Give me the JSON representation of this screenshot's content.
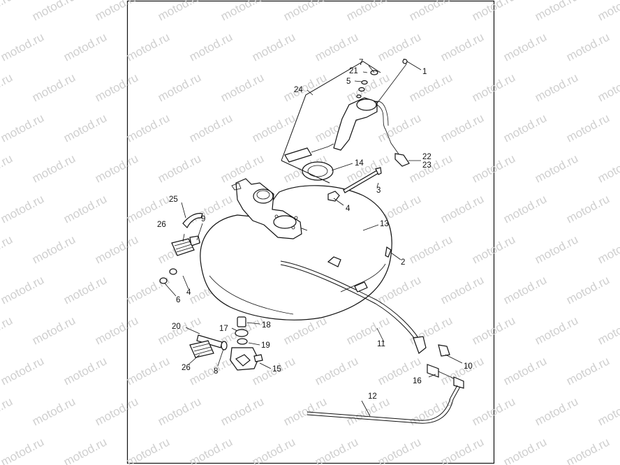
{
  "watermark": {
    "text": "motod.ru"
  },
  "callouts": [
    {
      "id": "1",
      "label": "1"
    },
    {
      "id": "2",
      "label": "2"
    },
    {
      "id": "3",
      "label": "3"
    },
    {
      "id": "4a",
      "label": "4"
    },
    {
      "id": "4b",
      "label": "4"
    },
    {
      "id": "5",
      "label": "5"
    },
    {
      "id": "6",
      "label": "6"
    },
    {
      "id": "7",
      "label": "7"
    },
    {
      "id": "8",
      "label": "8"
    },
    {
      "id": "9",
      "label": "9"
    },
    {
      "id": "10",
      "label": "10"
    },
    {
      "id": "11",
      "label": "11"
    },
    {
      "id": "12",
      "label": "12"
    },
    {
      "id": "13",
      "label": "13"
    },
    {
      "id": "14",
      "label": "14"
    },
    {
      "id": "15",
      "label": "15"
    },
    {
      "id": "16",
      "label": "16"
    },
    {
      "id": "17",
      "label": "17"
    },
    {
      "id": "18",
      "label": "18"
    },
    {
      "id": "19",
      "label": "19"
    },
    {
      "id": "20",
      "label": "20"
    },
    {
      "id": "21",
      "label": "21"
    },
    {
      "id": "22",
      "label": "22"
    },
    {
      "id": "23",
      "label": "23"
    },
    {
      "id": "24",
      "label": "24"
    },
    {
      "id": "25",
      "label": "25"
    },
    {
      "id": "26a",
      "label": "26"
    },
    {
      "id": "26b",
      "label": "26"
    }
  ]
}
